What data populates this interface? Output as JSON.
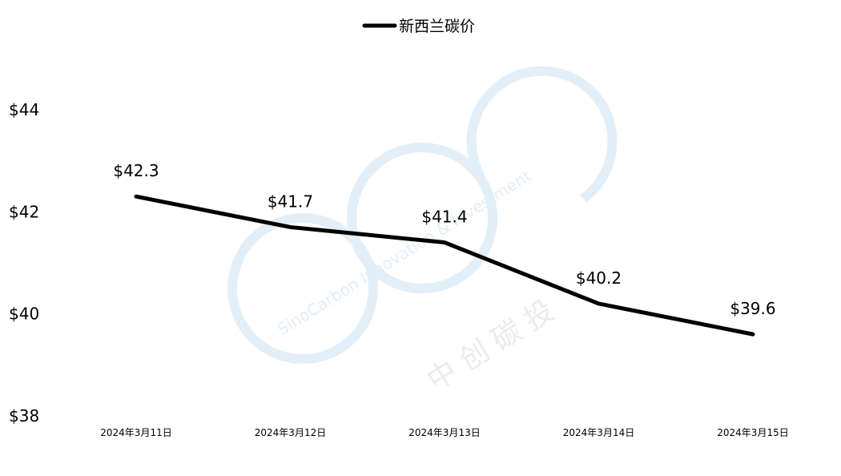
{
  "chart_data": {
    "type": "line",
    "categories": [
      "2024年3月11日",
      "2024年3月12日",
      "2024年3月13日",
      "2024年3月14日",
      "2024年3月15日"
    ],
    "series": [
      {
        "name": "新西兰碳价",
        "values": [
          42.3,
          41.7,
          41.4,
          40.2,
          39.6
        ],
        "color": "#000000"
      }
    ],
    "data_labels": [
      "$42.3",
      "$41.7",
      "$41.4",
      "$40.2",
      "$39.6"
    ],
    "y_ticks": [
      38,
      40,
      42,
      44
    ],
    "y_tick_labels": [
      "$38",
      "$40",
      "$42",
      "$44"
    ],
    "ylim": [
      38,
      44
    ],
    "grid": false,
    "legend_position": "top-center"
  },
  "watermark": {
    "text": "SinoCarbon Innovation & Investment",
    "cn_text": "中 创 碳 投",
    "color": "#d6e8f6"
  }
}
